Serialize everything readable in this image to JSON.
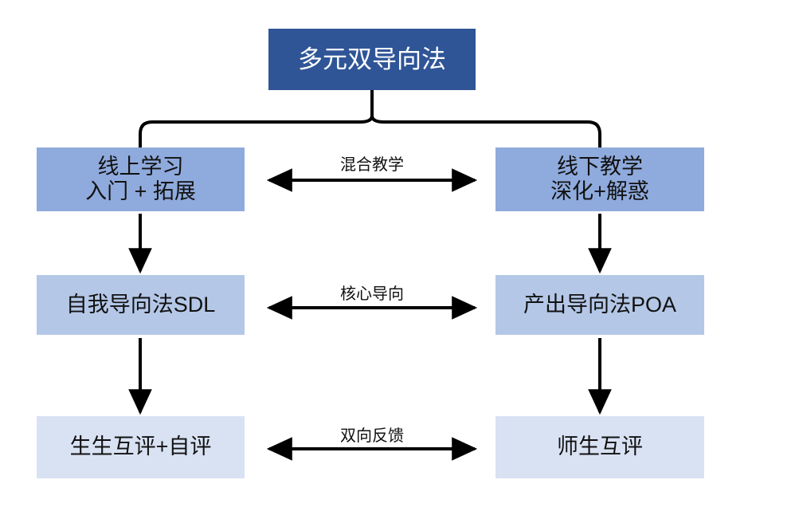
{
  "diagram": {
    "type": "flowchart",
    "title_node": {
      "text": "多元双导向法",
      "color": "#2f5597",
      "text_color": "#ffffff"
    },
    "columns": {
      "left_label": "线上学习",
      "right_label": "线下教学"
    },
    "rows": [
      {
        "color": "#8faadc",
        "left": {
          "line1": "线上学习",
          "line2": "入门 + 拓展"
        },
        "right": {
          "line1": "线下教学",
          "line2": "深化+解惑"
        },
        "connector_label": "混合教学"
      },
      {
        "color": "#b4c7e7",
        "left": {
          "line1": "自我导向法SDL",
          "line2": ""
        },
        "right": {
          "line1": "产出导向法POA",
          "line2": ""
        },
        "connector_label": "核心导向"
      },
      {
        "color": "#d9e2f3",
        "left": {
          "line1": "生生互评+自评",
          "line2": ""
        },
        "right": {
          "line1": "师生互评",
          "line2": ""
        },
        "connector_label": "双向反馈"
      }
    ],
    "connectors": {
      "root_branch": "bracket-split",
      "vertical_arrows": "down-arrow",
      "cross_arrows": "double-headed-arrow",
      "stroke_color": "#000000"
    }
  }
}
